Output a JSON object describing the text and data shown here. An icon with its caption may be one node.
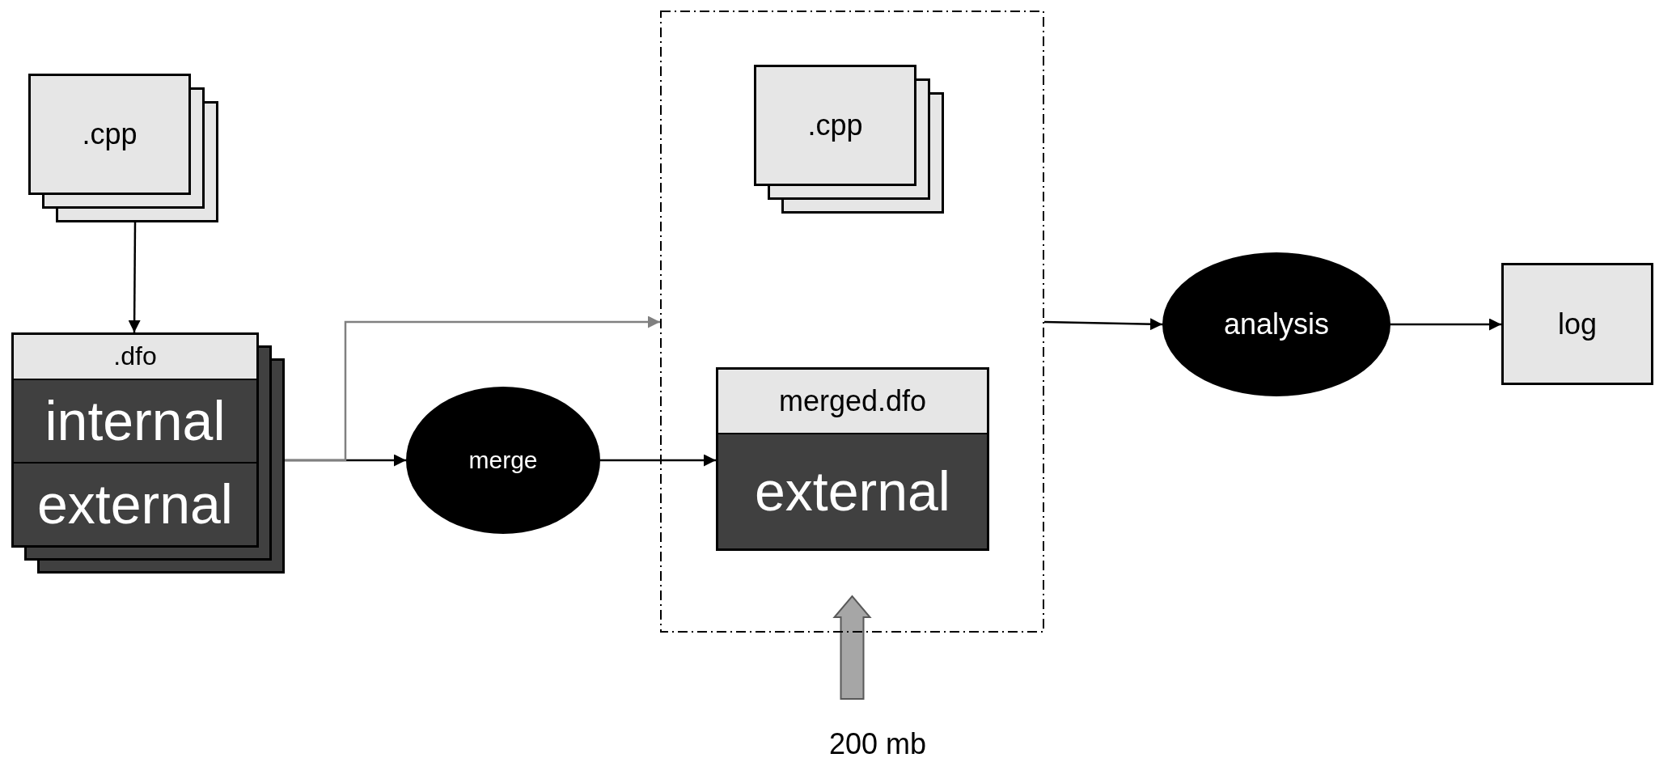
{
  "diagram": {
    "nodes": [
      {
        "text": [
          ".cpp"
        ]
      },
      {
        "text": [
          ".dfo",
          "internal",
          "external"
        ]
      },
      {
        "text": [
          "merge"
        ]
      },
      {
        "text": [],
        "shape": "box"
      },
      {
        "text": [
          ".cpp"
        ],
        "in": 3
      },
      {
        "text": [
          "merged.dfo",
          "external"
        ],
        "in": 3
      },
      {
        "text": [
          "analysis"
        ]
      },
      {
        "text": [
          "log"
        ]
      },
      {
        "text": [
          "200 mb"
        ]
      }
    ],
    "edges": [
      {
        "from": 0,
        "to": 1,
        "arrow": "to"
      },
      {
        "from": 1,
        "to": 2,
        "arrow": "to"
      },
      {
        "from": 1,
        "to": 3,
        "arrow": "to",
        "color": "#808080"
      },
      {
        "from": 2,
        "to": 5,
        "arrow": "to"
      },
      {
        "from": 3,
        "to": 6,
        "arrow": "to"
      },
      {
        "from": 6,
        "to": 7,
        "arrow": "to"
      },
      {
        "from": 8,
        "to": 3,
        "arrow": "to",
        "style": "thick",
        "color": "#a6a6a6"
      }
    ]
  }
}
